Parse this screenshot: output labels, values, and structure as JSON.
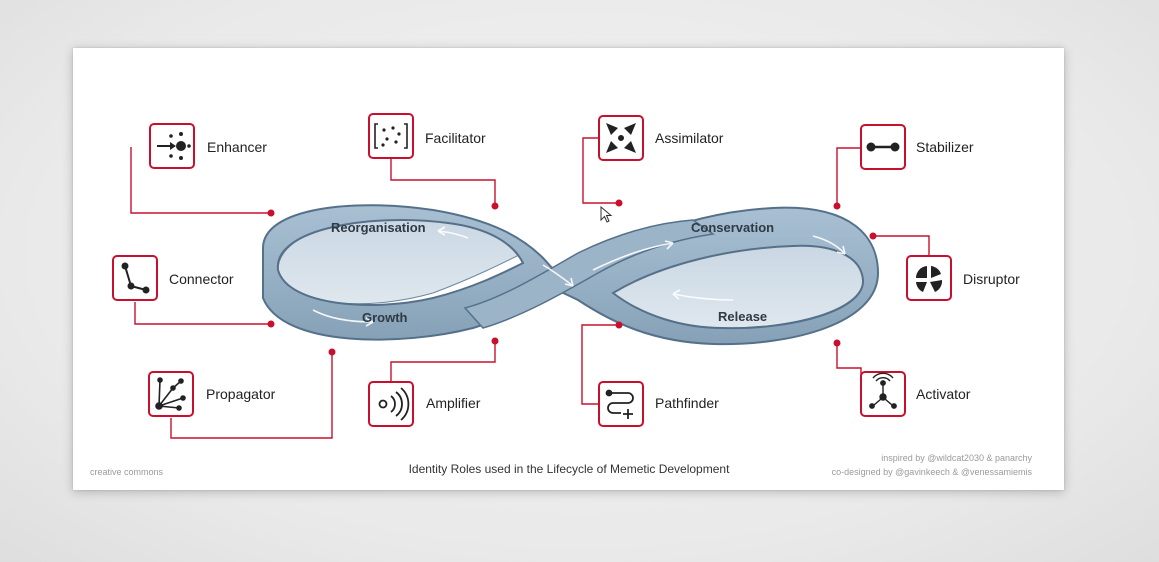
{
  "roles": {
    "enhancer": "Enhancer",
    "facilitator": "Facilitator",
    "assimilator": "Assimilator",
    "stabilizer": "Stabilizer",
    "connector": "Connector",
    "disruptor": "Disruptor",
    "propagator": "Propagator",
    "amplifier": "Amplifier",
    "pathfinder": "Pathfinder",
    "activator": "Activator"
  },
  "phases": {
    "reorganisation": "Reorganisation",
    "conservation": "Conservation",
    "growth": "Growth",
    "release": "Release"
  },
  "footer": {
    "license": "creative commons",
    "title": "Identity Roles used in the Lifecycle of Memetic Development",
    "credit_inspired": "inspired by @wildcat2030 & panarchy",
    "credit_codesigned": "co-designed by @gavinkeech & @venessamiemis"
  },
  "colors": {
    "accent": "#c8102e",
    "band": "#8fa9bf",
    "band_dark": "#5f7c94"
  }
}
